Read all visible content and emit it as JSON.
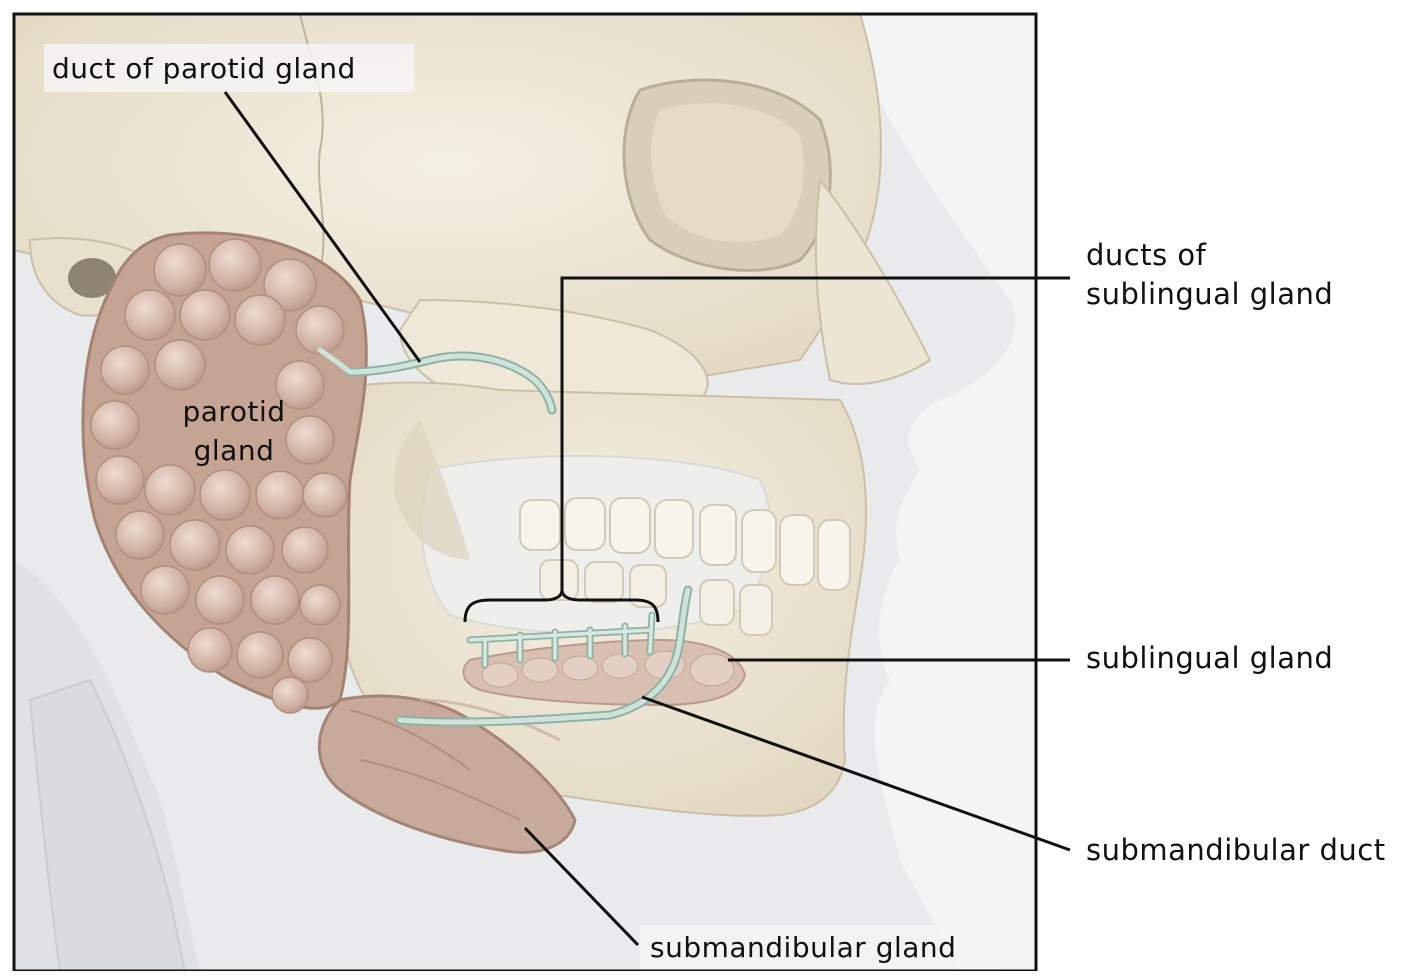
{
  "colors": {
    "background": "#ffffff",
    "bone": "#ece4d2",
    "bone_shade": "#d8cdb6",
    "gland": "#c9a99a",
    "gland_highlight": "#e6d0c4",
    "duct": "#b9d4c9",
    "soft_tissue": "#e6e8ea",
    "leader_line": "#111111"
  },
  "labels": {
    "duct_of_parotid_gland": "duct of parotid  gland",
    "parotid_gland_line1": "parotid",
    "parotid_gland_line2": "gland",
    "ducts_of_sublingual_line1": "ducts  of",
    "ducts_of_sublingual_line2": "sublingual  gland",
    "sublingual_gland": "sublingual  gland",
    "submandibular_duct": "submandibular  duct",
    "submandibular_gland": "submandibular  gland"
  }
}
